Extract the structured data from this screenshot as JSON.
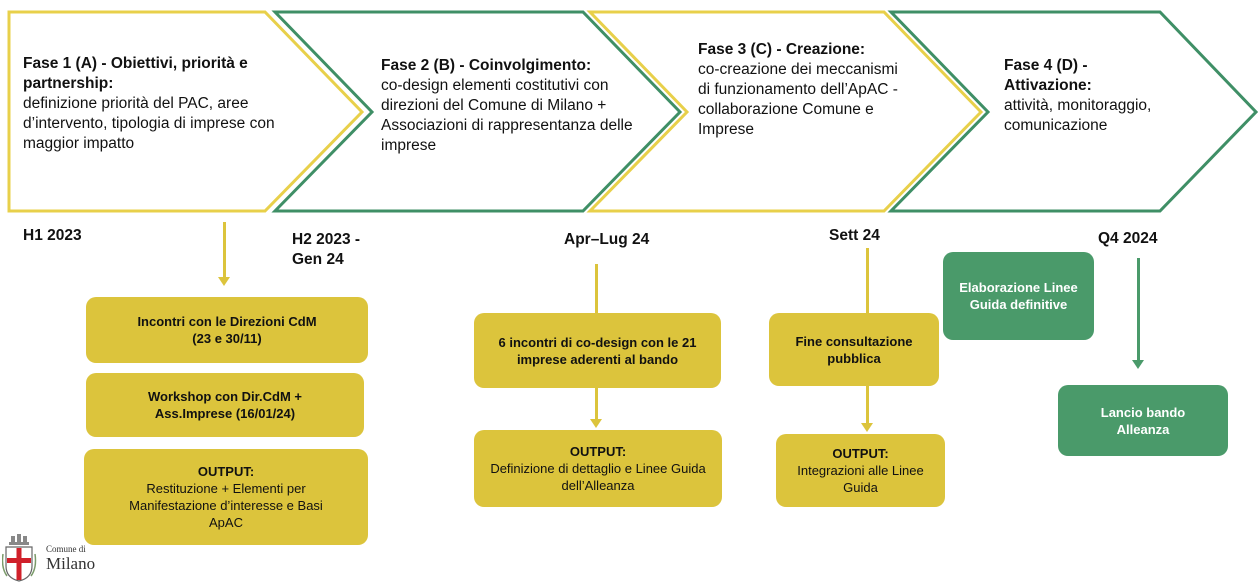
{
  "colors": {
    "yellow": "#dcc43c",
    "yellow_outline": "#e8d04a",
    "green": "#4a9a6a",
    "green_outline": "#3f8f66"
  },
  "phases": [
    {
      "title": "Fase 1 (A) - Obiettivi, priorità e partnership:",
      "desc": "definizione priorità del PAC, aree d’intervento, tipologia di imprese con maggior impatto",
      "date": "H1 2023"
    },
    {
      "title": "Fase 2 (B) - Coinvolgimento:",
      "desc": "co-design elementi costitutivi con direzioni del Comune di Milano + Associazioni di rappresentanza delle imprese",
      "date": "H2 2023 - Gen 24"
    },
    {
      "title": "Fase 3 (C) - Creazione:",
      "desc": "co-creazione dei meccanismi di funzionamento dell’ApAC - collaborazione Comune e Imprese",
      "date": "Apr–Lug 24"
    },
    {
      "title": "Fase 4 (D) - Attivazione:",
      "desc": "attività, monitoraggio, comunicazione",
      "date": "Sett 24"
    }
  ],
  "q4_date": "Q4 2024",
  "boxes": {
    "incontri_direzioni": {
      "title": "Incontri con le Direzioni CdM",
      "desc": "(23 e 30/11)"
    },
    "workshop": {
      "title": "Workshop con Dir.CdM + Ass.Imprese (16/01/24)"
    },
    "output1": {
      "title": "OUTPUT:",
      "desc": "Restituzione + Elementi per Manifestazione d’interesse e Basi ApAC"
    },
    "incontri_codesign": {
      "title": "6 incontri di co-design con le 21 imprese aderenti al bando"
    },
    "output2": {
      "title": "OUTPUT:",
      "desc": "Definizione di dettaglio e Linee Guida dell’Alleanza"
    },
    "consultazione": {
      "title": "Fine consultazione pubblica"
    },
    "output3": {
      "title": "OUTPUT:",
      "desc": "Integrazioni alle Linee Guida"
    },
    "elaborazione": {
      "title": "Elaborazione Linee Guida definitive"
    },
    "lancio": {
      "title": "Lancio bando Alleanza"
    }
  },
  "logo": {
    "line1": "Comune di",
    "line2": "Milano",
    "icon": "milan-coat-of-arms-icon"
  }
}
